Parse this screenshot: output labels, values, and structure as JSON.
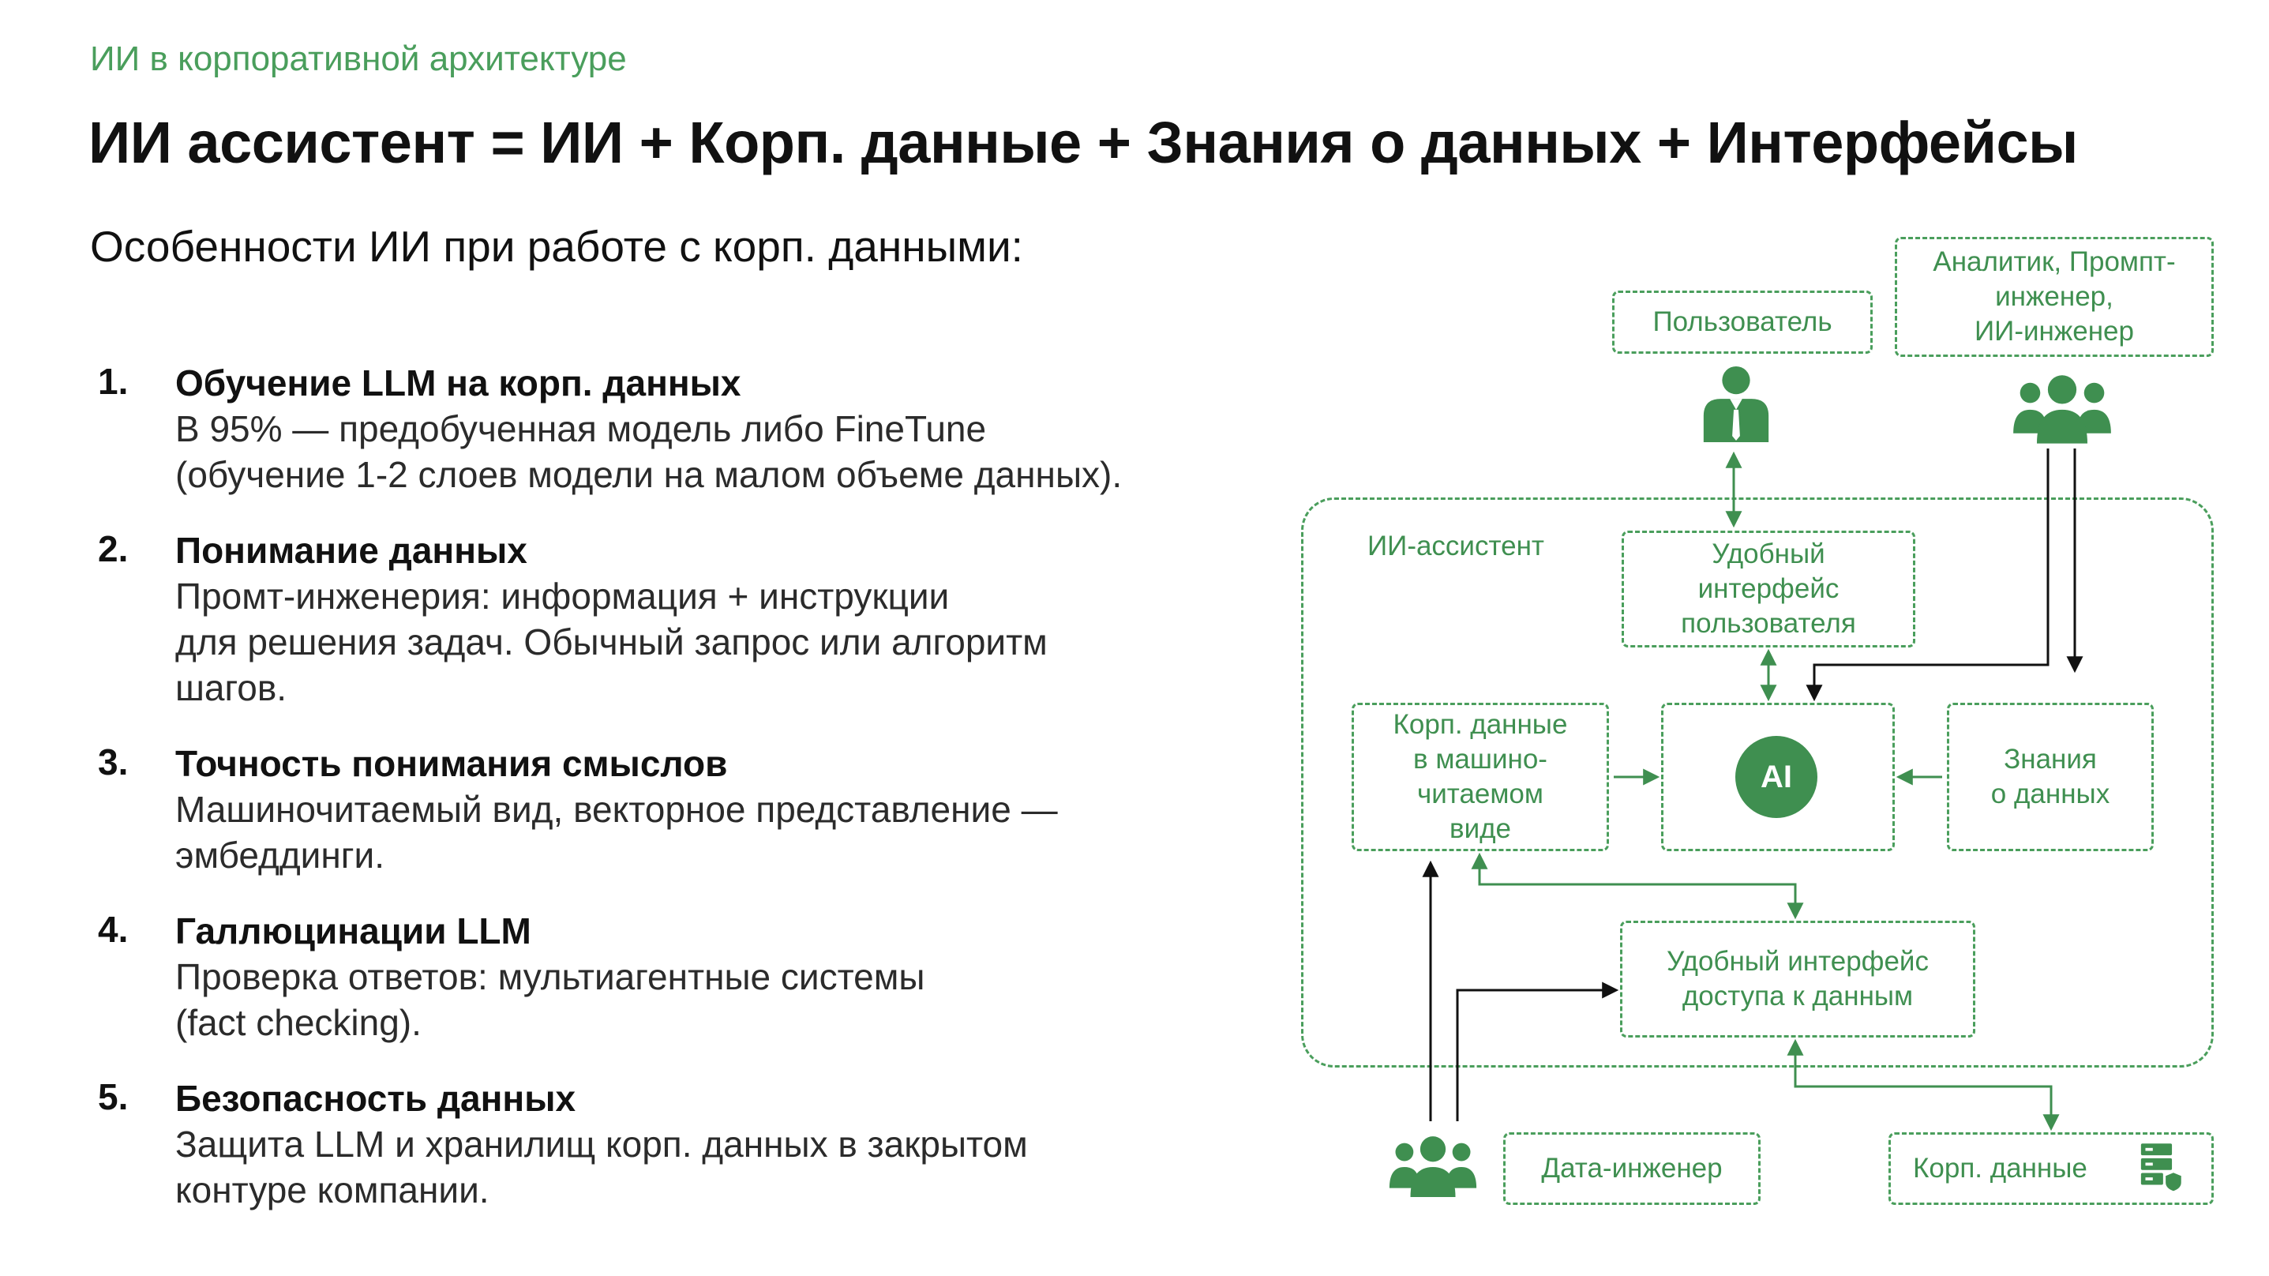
{
  "header": {
    "subtitle": "ИИ в корпоративной архитектуре",
    "title": "ИИ ассистент = ИИ + Корп. данные + Знания о данных + Интерфейсы"
  },
  "intro": "Особенности ИИ при работе с корп. данными:",
  "items": [
    {
      "num": "1.",
      "title": "Обучение LLM на корп. данных",
      "desc": "В 95% — предобученная модель либо FineTune\n(обучение 1-2 слоев модели на малом объеме данных)."
    },
    {
      "num": "2.",
      "title": "Понимание данных",
      "desc": "Промт-инженерия: информация + инструкции\nдля решения задач. Обычный запрос или алгоритм\nшагов."
    },
    {
      "num": "3.",
      "title": "Точность понимания смыслов",
      "desc": "Машиночитаемый вид, векторное представление —\nэмбеддинги."
    },
    {
      "num": "4.",
      "title": "Галлюцинации LLM",
      "desc": "Проверка ответов: мультиагентные системы\n(fact checking)."
    },
    {
      "num": "5.",
      "title": "Безопасность данных",
      "desc": "Защита LLM и хранилищ корп. данных в закрытом\nконтуре компании."
    }
  ],
  "diagram": {
    "user": "Пользователь",
    "analyst": "Аналитик, Промпт-\nинженер,\nИИ-инженер",
    "assistant_label": "ИИ-ассистент",
    "user_interface": "Удобный\nинтерфейс\nпользователя",
    "corp_data_machine": "Корп. данные\nв машино-\nчитаемом\nвиде",
    "ai": "AI",
    "knowledge": "Знания\nо данных",
    "data_interface": "Удобный интерфейс\nдоступа к данным",
    "data_engineer": "Дата-инженер",
    "corp_data": "Корп. данные"
  },
  "colors": {
    "accent": "#3f8f50",
    "dashed": "#4a9e5c",
    "arrow_black": "#111111",
    "text": "#111111"
  },
  "icons": [
    "person-icon",
    "team-icon",
    "team-icon",
    "database-shield-icon"
  ]
}
